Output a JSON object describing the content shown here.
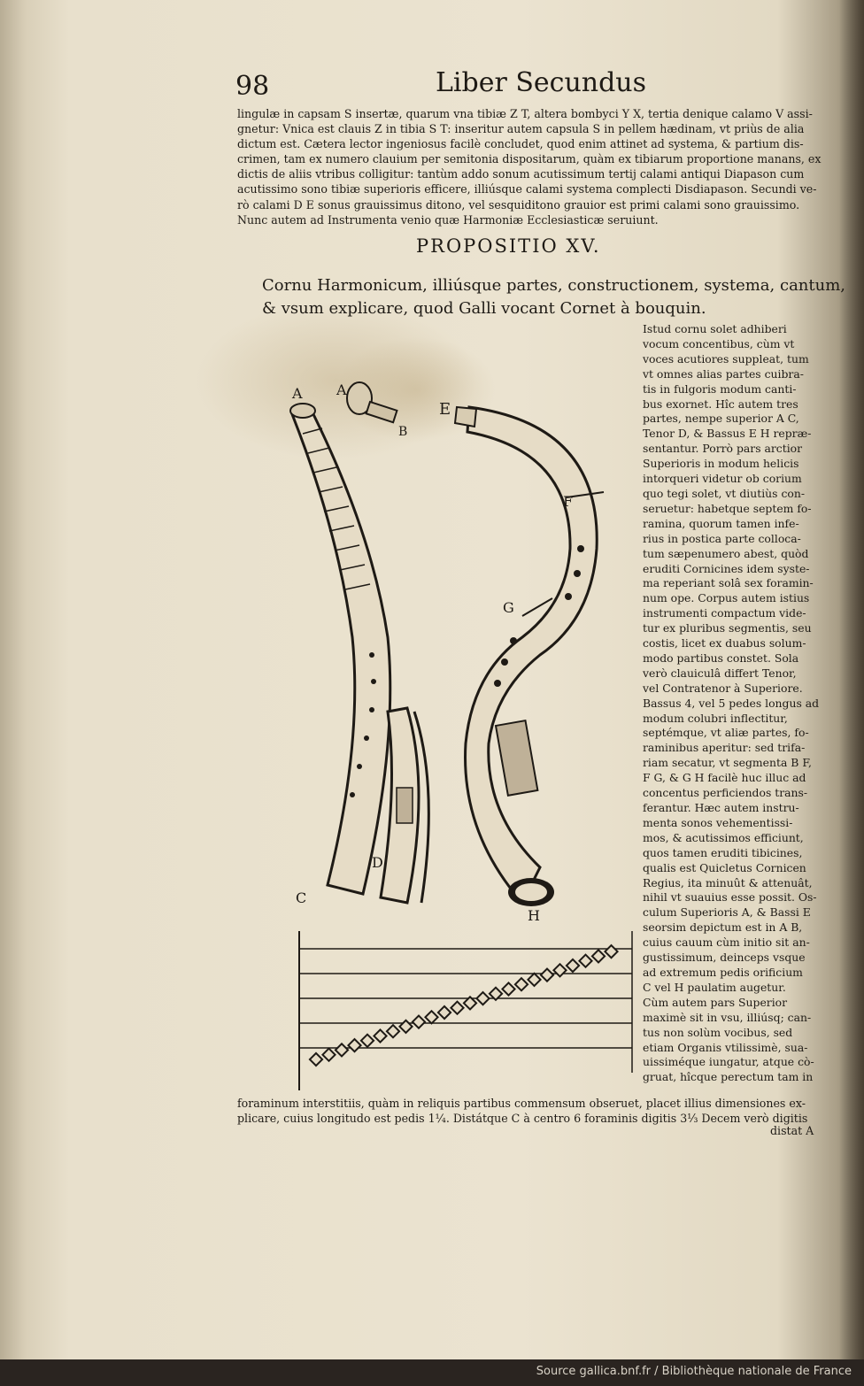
{
  "page": {
    "number": "98",
    "running_head": "Liber Secundus"
  },
  "top_paragraph": [
    "lingulæ in capsam S insertæ, quarum vna tibiæ Z T, altera bombyci Y X, tertia denique calamo V assi-",
    "gnetur: Vnica est clauis Z in tibia S T: inseritur autem capsula S in pellem hædinam, vt priùs de alia",
    "dictum est. Cætera lector ingeniosus facilè concludet, quod enim attinet ad systema, & partium dis-",
    "crimen, tam ex numero clauium per semitonia dispositarum, quàm ex tibiarum proportione manans, ex",
    "dictis de aliis vtribus colligitur: tantùm addo sonum acutissimum tertij calami antiqui Diapason cum",
    "acutissimo sono tibiæ superioris efficere, illiúsque calami systema complecti Disdiapason. Secundi ve-",
    "rò calami D E sonus grauissimus ditono, vel sesquiditono grauior est primi calami sono grauissimo.",
    "Nunc autem ad Instrumenta venio quæ Harmoniæ Ecclesiasticæ seruiunt."
  ],
  "proposition": {
    "title": "PROPOSITIO XV.",
    "lines": [
      "Cornu Harmonicum, illiúsque partes, constructionem, systema, cantum,",
      "& vsum explicare, quod Galli vocant Cornet à bouquin."
    ]
  },
  "side_text": [
    "Istud cornu solet adhiberi",
    "vocum concentibus, cùm vt",
    "voces acutiores suppleat, tum",
    "vt omnes alias partes cuibra-",
    "tis in fulgoris modum canti-",
    "bus exornet. Hîc autem tres",
    "partes, nempe superior A C,",
    "Tenor D, & Bassus E H repræ-",
    "sentantur. Porrò pars arctior",
    "Superioris in modum helicis",
    "intorqueri videtur ob corium",
    "quo tegi solet, vt diutiùs con-",
    "seruetur: habetque septem fo-",
    "ramina, quorum tamen infe-",
    "rius in postica parte colloca-",
    "tum sæpenumero abest, quòd",
    "eruditi Cornicines idem syste-",
    "ma reperiant solâ sex foramin-",
    "num ope. Corpus autem istius",
    "instrumenti compactum vide-",
    "tur ex pluribus segmentis, seu",
    "costis, licet ex duabus solum-",
    "modo partibus constet. Sola",
    "verò clauiculâ differt Tenor,",
    "vel Contratenor à Superiore.",
    "Bassus 4, vel 5 pedes longus ad",
    "modum colubri inflectitur,",
    "septémque, vt aliæ partes, fo-",
    "raminibus aperitur: sed trifa-",
    "riam secatur, vt segmenta B F,",
    "F G, & G H facilè huc illuc ad",
    "concentus perficiendos trans-",
    "ferantur. Hæc autem instru-",
    "menta sonos vehementissi-",
    "mos, & acutissimos efficiunt,",
    "quos tamen eruditi tibicines,",
    "qualis est Quicletus Cornicen",
    "Regius, ita minuût & attenuât,",
    "nihil vt suauius esse possit. Os-",
    "culum Superioris A, & Bassi E",
    "seorsim depictum est in A B,",
    "cuius cauum cùm initio sit an-",
    "gustissimum, deinceps vsque",
    "ad extremum pedis orificium",
    "C vel H paulatim augetur.",
    "   Cùm autem pars Superior",
    "maximè sit in vsu, illiúsq; can-",
    "tus non solùm vocibus, sed",
    "etiam Organis vtilissimè, sua-",
    "uissiméque iungatur, atque cò-",
    "gruat, hîcque perectum tam in"
  ],
  "bottom_text": [
    "foraminum interstitiis, quàm in reliquis partibus commensum obseruet, placet illius dimensiones ex-",
    "plicare, cuius longitudo est pedis 1¼. Distátque C à centro 6 foraminis digitis 3⅓ Decem verò digitis"
  ],
  "catchword": "distat A",
  "figure_labels": {
    "a_left": "A",
    "a_mouth": "A",
    "b_mouth": "B",
    "e": "E",
    "f": "F",
    "g": "G",
    "h": "H",
    "c": "C",
    "d": "D"
  },
  "footer": {
    "source": "Source gallica.bnf.fr  /  Bibliothèque nationale de France"
  },
  "colors": {
    "paper": "#ebe3d0",
    "ink": "#1e1a15",
    "background": "#2a2420"
  }
}
